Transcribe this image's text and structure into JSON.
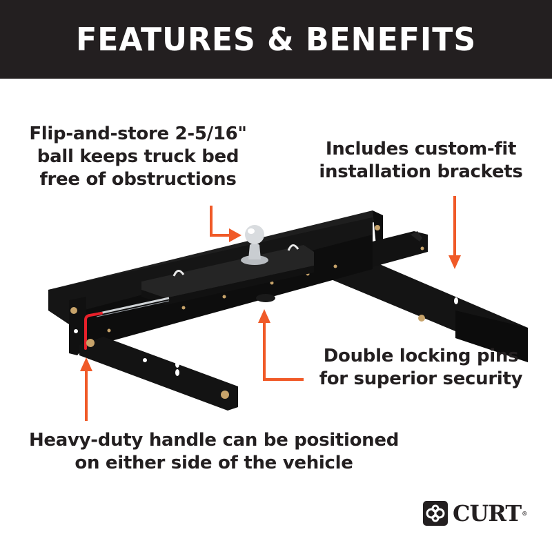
{
  "header": {
    "title": "FEATURES & BENEFITS"
  },
  "callouts": {
    "ball": {
      "lines": [
        "Flip-and-store 2-5/16\"",
        "ball keeps truck bed",
        "free of obstructions"
      ]
    },
    "brackets": {
      "lines": [
        "Includes custom-fit",
        "installation brackets"
      ]
    },
    "pins": {
      "lines": [
        "Double locking pins",
        "for superior security"
      ]
    },
    "handle": {
      "lines": [
        "Heavy-duty handle can be positioned",
        "on either side of the vehicle"
      ]
    }
  },
  "product": {
    "name": "gooseneck-hitch-kit",
    "components": [
      "hitch-ball",
      "center-plate",
      "main-rail",
      "side-brackets",
      "locking-handle",
      "bolts"
    ]
  },
  "brand": {
    "name": "CURT",
    "registered": "®"
  },
  "colors": {
    "header_bg": "#231f20",
    "header_text": "#ffffff",
    "body_text": "#231f20",
    "arrow": "#f05a28",
    "steel": "#111111",
    "handle_red": "#e8202a",
    "bolt": "#c7a36a",
    "chrome": "#d9dcdf"
  }
}
